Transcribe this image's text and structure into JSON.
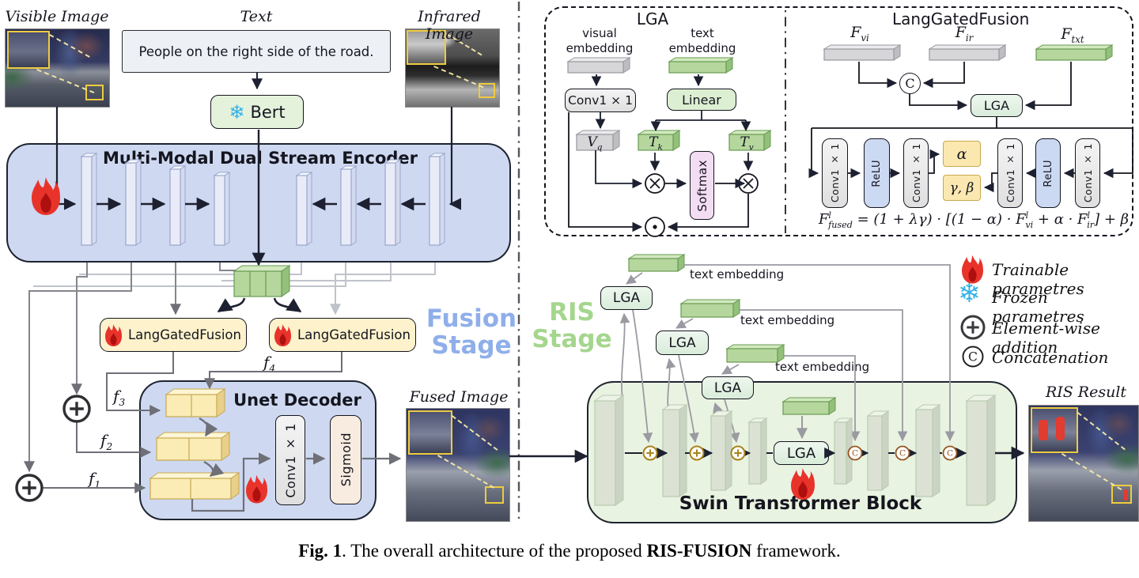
{
  "inputs": {
    "visible_label": "Visible Image",
    "text_label": "Text",
    "infrared_label": "Infrared Image",
    "sentence": "People on the right side of the road.",
    "bert_label": "Bert",
    "snowflake_glyph": "❄"
  },
  "encoder": {
    "title": "Multi-Modal Dual Stream Encoder"
  },
  "fusion_stage": {
    "stage_word1": "Fusion",
    "stage_word2": "Stage",
    "lgf_label": "LangGatedFusion",
    "decoder_title": "Unet Decoder",
    "conv1x1": "Conv1 × 1",
    "sigmoid": "Sigmoid",
    "fused_label": "Fused Image",
    "f1": {
      "base": "f",
      "sub": "1"
    },
    "f2": {
      "base": "f",
      "sub": "2"
    },
    "f3": {
      "base": "f",
      "sub": "3"
    },
    "f4": {
      "base": "f",
      "sub": "4"
    }
  },
  "lga_panel": {
    "title": "LGA",
    "visual_embedding": "visual\nembedding",
    "text_embedding": "text\nembedding",
    "conv1x1": "Conv1 × 1",
    "linear": "Linear",
    "softmax": "Softmax",
    "vq": {
      "base": "V",
      "sub": "q"
    },
    "tk": {
      "base": "T",
      "sub": "k"
    },
    "tv": {
      "base": "T",
      "sub": "v"
    }
  },
  "lgf_panel": {
    "title": "LangGatedFusion",
    "fvi": {
      "base": "F",
      "sub": "vi"
    },
    "fir": {
      "base": "F",
      "sub": "ir"
    },
    "ftxt": {
      "base": "F",
      "sub": "txt"
    },
    "concat_glyph": "C",
    "lga": "LGA",
    "conv1x1": "Conv1 × 1",
    "relu": "ReLU",
    "alpha": "α",
    "gamma_beta": "γ, β",
    "formula_segments": [
      {
        "t": "F"
      },
      {
        "sup": "l"
      },
      {
        "sub": "fused"
      },
      {
        "t": " = (1 + λγ) · [(1 − α) · F"
      },
      {
        "sup": "l"
      },
      {
        "sub": "vi"
      },
      {
        "t": " + α · F"
      },
      {
        "sup": "l"
      },
      {
        "sub": "ir"
      },
      {
        "t": "] + β"
      }
    ]
  },
  "ris_stage": {
    "stage_word1": "RIS",
    "stage_word2": "Stage",
    "lga": "LGA",
    "text_embedding": "text embedding",
    "swin_title": "Swin Transformer Block",
    "result_label": "RIS Result",
    "concat_glyph": "C"
  },
  "legend": {
    "trainable": "Trainable parametres",
    "frozen": "Frozen parametres",
    "addition": "Element-wise addition",
    "concat": "Concatenation",
    "snowflake_glyph": "❄",
    "concat_glyph": "C"
  },
  "caption_segments": [
    {
      "t": "Fig. 1",
      "b": true
    },
    {
      "t": ".  The overall architecture of the proposed "
    },
    {
      "t": "RIS-FUSION",
      "b": true
    },
    {
      "t": " framework."
    }
  ]
}
